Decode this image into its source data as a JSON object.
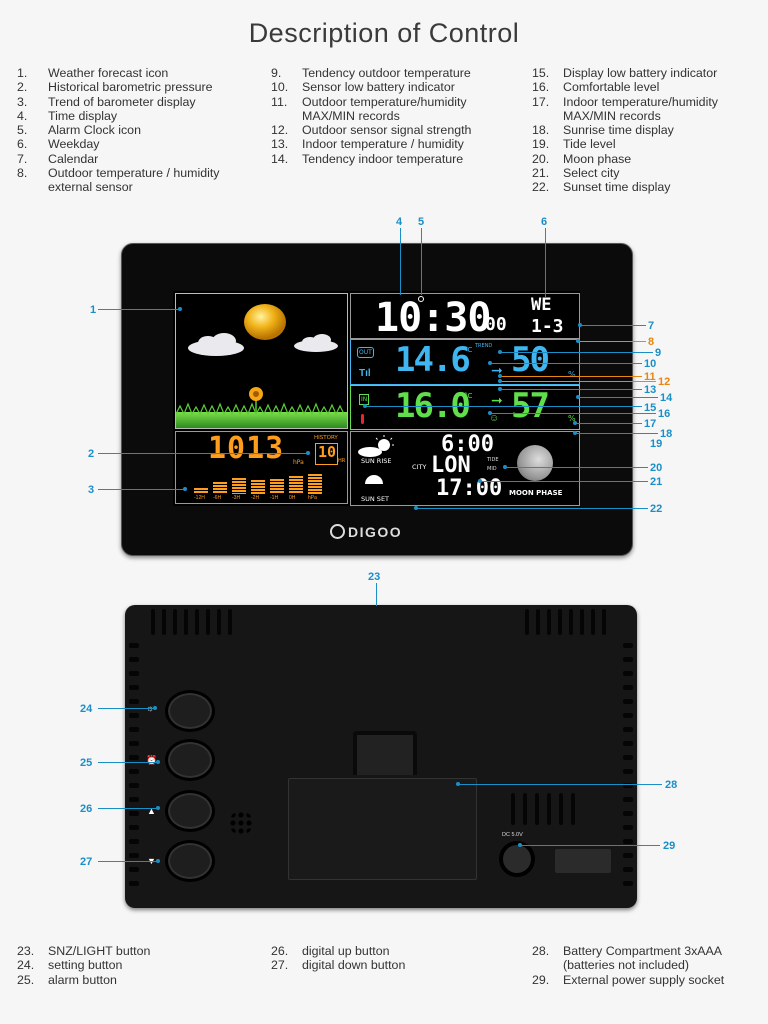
{
  "title": "Description of Control",
  "legend_top": {
    "col1": [
      {
        "num": "1.",
        "text": "Weather forecast icon"
      },
      {
        "num": "2.",
        "text": "Historical barometric pressure"
      },
      {
        "num": "3.",
        "text": "Trend of barometer display"
      },
      {
        "num": "4.",
        "text": "Time display"
      },
      {
        "num": "5.",
        "text": "Alarm Clock icon"
      },
      {
        "num": "6.",
        "text": "Weekday"
      },
      {
        "num": "7.",
        "text": "Calendar"
      },
      {
        "num": "8.",
        "text": "Outdoor temperature / humidity"
      },
      {
        "num": "",
        "text": "external sensor"
      }
    ],
    "col2": [
      {
        "num": "9.",
        "text": "Tendency outdoor temperature"
      },
      {
        "num": "10.",
        "text": "Sensor low battery indicator"
      },
      {
        "num": "11.",
        "text": "Outdoor temperature/humidity"
      },
      {
        "num": "",
        "text": "MAX/MIN records"
      },
      {
        "num": "12.",
        "text": "Outdoor sensor signal strength"
      },
      {
        "num": "13.",
        "text": "Indoor temperature / humidity"
      },
      {
        "num": "14.",
        "text": "Tendency indoor temperature"
      }
    ],
    "col3": [
      {
        "num": "15.",
        "text": "Display low battery indicator"
      },
      {
        "num": "16.",
        "text": "Comfortable level"
      },
      {
        "num": "17.",
        "text": "Indoor temperature/humidity"
      },
      {
        "num": "",
        "text": "MAX/MIN records"
      },
      {
        "num": "18.",
        "text": "Sunrise time display"
      },
      {
        "num": "19.",
        "text": "Tide level"
      },
      {
        "num": "20.",
        "text": "Moon phase"
      },
      {
        "num": "21.",
        "text": "Select city"
      },
      {
        "num": "22.",
        "text": "Sunset time display"
      }
    ]
  },
  "legend_bottom": {
    "col1": [
      {
        "num": "23.",
        "text": "SNZ/LIGHT button"
      },
      {
        "num": "24.",
        "text": "setting button"
      },
      {
        "num": "25.",
        "text": "alarm button"
      }
    ],
    "col2": [
      {
        "num": "26.",
        "text": "digital up button"
      },
      {
        "num": "27.",
        "text": "digital down button"
      }
    ],
    "col3": [
      {
        "num": "28.",
        "text": "Battery Compartment 3xAAA"
      },
      {
        "num": "",
        "text": "(batteries not included)"
      },
      {
        "num": "29.",
        "text": "External power supply socket"
      }
    ]
  },
  "device_front": {
    "brand": "DIGOO",
    "time_main": "10:30",
    "time_seconds": "00",
    "weekday": "WE",
    "date": "1-3",
    "pressure": "1013",
    "pressure_unit": "hPa",
    "history_label": "HISTORY",
    "history_value": "10",
    "history_unit": "HR",
    "outdoor_temp": "14.6",
    "outdoor_hum": "50",
    "outdoor_icon": "OUT",
    "trend_label": "TREND",
    "indoor_temp": "16.0",
    "indoor_hum": "57",
    "indoor_icon": "IN",
    "temp_unit": "°C",
    "hum_unit": "%",
    "sunrise_label": "SUN RISE",
    "sunrise_time": "6:00",
    "city_label": "CITY",
    "city_code": "LON",
    "tide_label": "TIDE",
    "tide_level": "MID",
    "sunset_label": "SUN SET",
    "sunset_time": "17:00",
    "moon_label": "MOON PHASE",
    "bar_labels": [
      "-12H",
      "-6H",
      "-3H",
      "-2H",
      "-1H",
      "0H",
      "hPa"
    ]
  },
  "callouts": [
    "1",
    "2",
    "3",
    "4",
    "5",
    "6",
    "7",
    "8",
    "9",
    "10",
    "11",
    "12",
    "13",
    "14",
    "15",
    "16",
    "17",
    "18",
    "19",
    "20",
    "21",
    "22",
    "23",
    "24",
    "25",
    "26",
    "27",
    "28",
    "29"
  ],
  "power_label": "DC 5.0V",
  "colors": {
    "callout_blue": "#1a8fc7",
    "callout_orange": "#e8860f",
    "outdoor_blue": "#3fb6f0",
    "indoor_green": "#5fe04a",
    "pressure_orange": "#ff9d1c"
  }
}
